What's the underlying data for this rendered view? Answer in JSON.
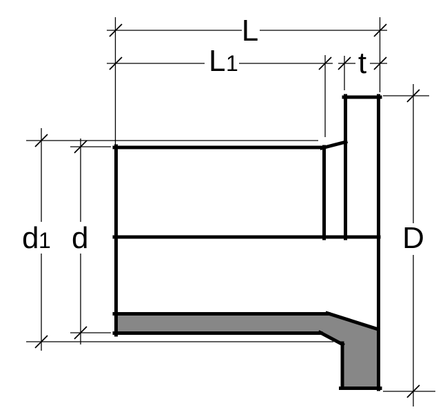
{
  "diagram": {
    "type": "technical-drawing",
    "subject": "cross-section of a flanged pipe stub end with dimension callouts",
    "dimension_labels": {
      "overall_length": "L",
      "body_length_base": "L",
      "body_length_sub": "1",
      "flange_thickness": "t",
      "inner_diameter_base": "d",
      "inner_diameter_sub": "1",
      "pipe_diameter": "d",
      "flange_diameter": "D"
    },
    "colors": {
      "line": "#000000",
      "section_fill": "#878787",
      "background": "#ffffff"
    }
  }
}
